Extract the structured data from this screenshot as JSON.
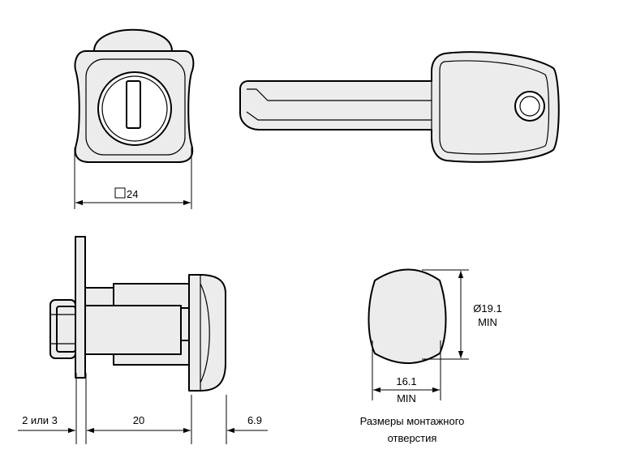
{
  "dimensions": {
    "square_symbol": "□",
    "front_width": "24",
    "flange_thickness": "2 или 3",
    "body_length": "20",
    "cap_depth": "6.9",
    "hole_height_value": "Ø19.1",
    "hole_height_note": "MIN",
    "hole_width_value": "16.1",
    "hole_width_note": "MIN"
  },
  "caption": {
    "line1": "Размеры монтажного",
    "line2": "отверстия"
  },
  "colors": {
    "line": "#000000",
    "fill": "#ececec",
    "background": "#ffffff"
  }
}
